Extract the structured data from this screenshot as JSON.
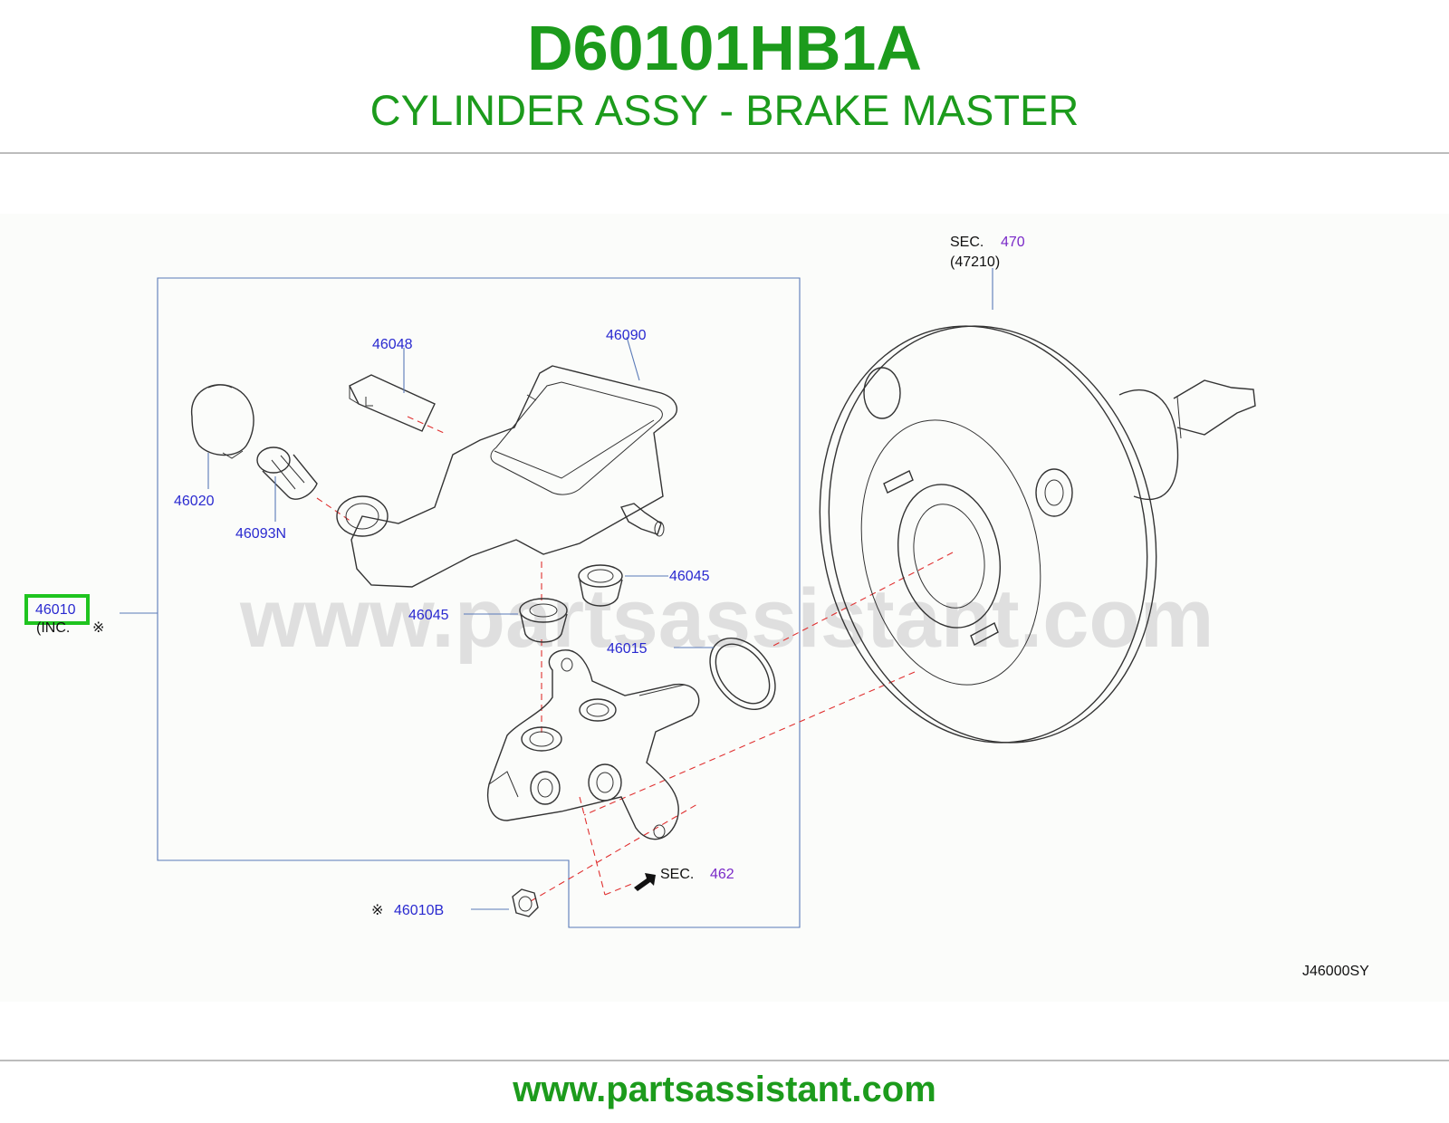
{
  "header": {
    "part_number": "D60101HB1A",
    "part_name": "CYLINDER ASSY - BRAKE MASTER"
  },
  "diagram": {
    "watermark": "www.partsassistant.com",
    "diagram_code": "J46000SY",
    "callouts": {
      "c46048": "46048",
      "c46090": "46090",
      "c46020": "46020",
      "c46093n": "46093N",
      "c46045_right": "46045",
      "c46045_left": "46045",
      "c46015": "46015",
      "c46010": "46010",
      "c46010_inc": "(INC.",
      "c46010b": "46010B",
      "sec_462_prefix": "SEC.",
      "sec_462_number": "462",
      "sec_470_prefix": "SEC.",
      "sec_470_number": "470",
      "sec_470_part": "(47210)",
      "asterisk": "※"
    },
    "highlight_color": "#1fc41f",
    "callout_color": "#2a2ad0",
    "section_color": "#7a2ac8"
  },
  "footer": {
    "url": "www.partsassistant.com"
  }
}
